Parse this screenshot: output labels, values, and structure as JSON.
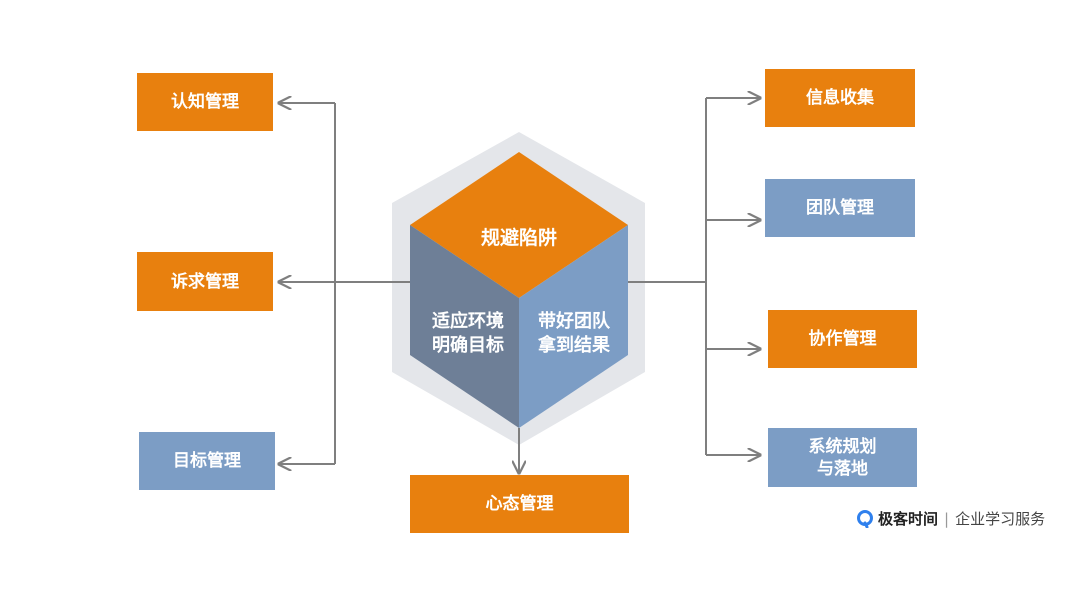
{
  "center": {
    "top": "规避陷阱",
    "left": [
      "适应环境",
      "明确目标"
    ],
    "right": [
      "带好团队",
      "拿到结果"
    ]
  },
  "left_boxes": [
    "认知管理",
    "诉求管理",
    "目标管理"
  ],
  "bottom_box": "心态管理",
  "right_boxes": [
    "信息收集",
    "团队管理",
    "协作管理",
    [
      "系统规划",
      "与落地"
    ]
  ],
  "logo": {
    "icon": "geek-logo-icon",
    "brand": "极客时间",
    "separator": "|",
    "tagline": "企业学习服务"
  },
  "colors": {
    "orange": "#E8800E",
    "blue": "#7C9DC5",
    "cube_left": "#6E7F97",
    "cube_right": "#7C9DC5",
    "hex_bg": "#E4E6EA",
    "connector": "#7F7F7F"
  }
}
